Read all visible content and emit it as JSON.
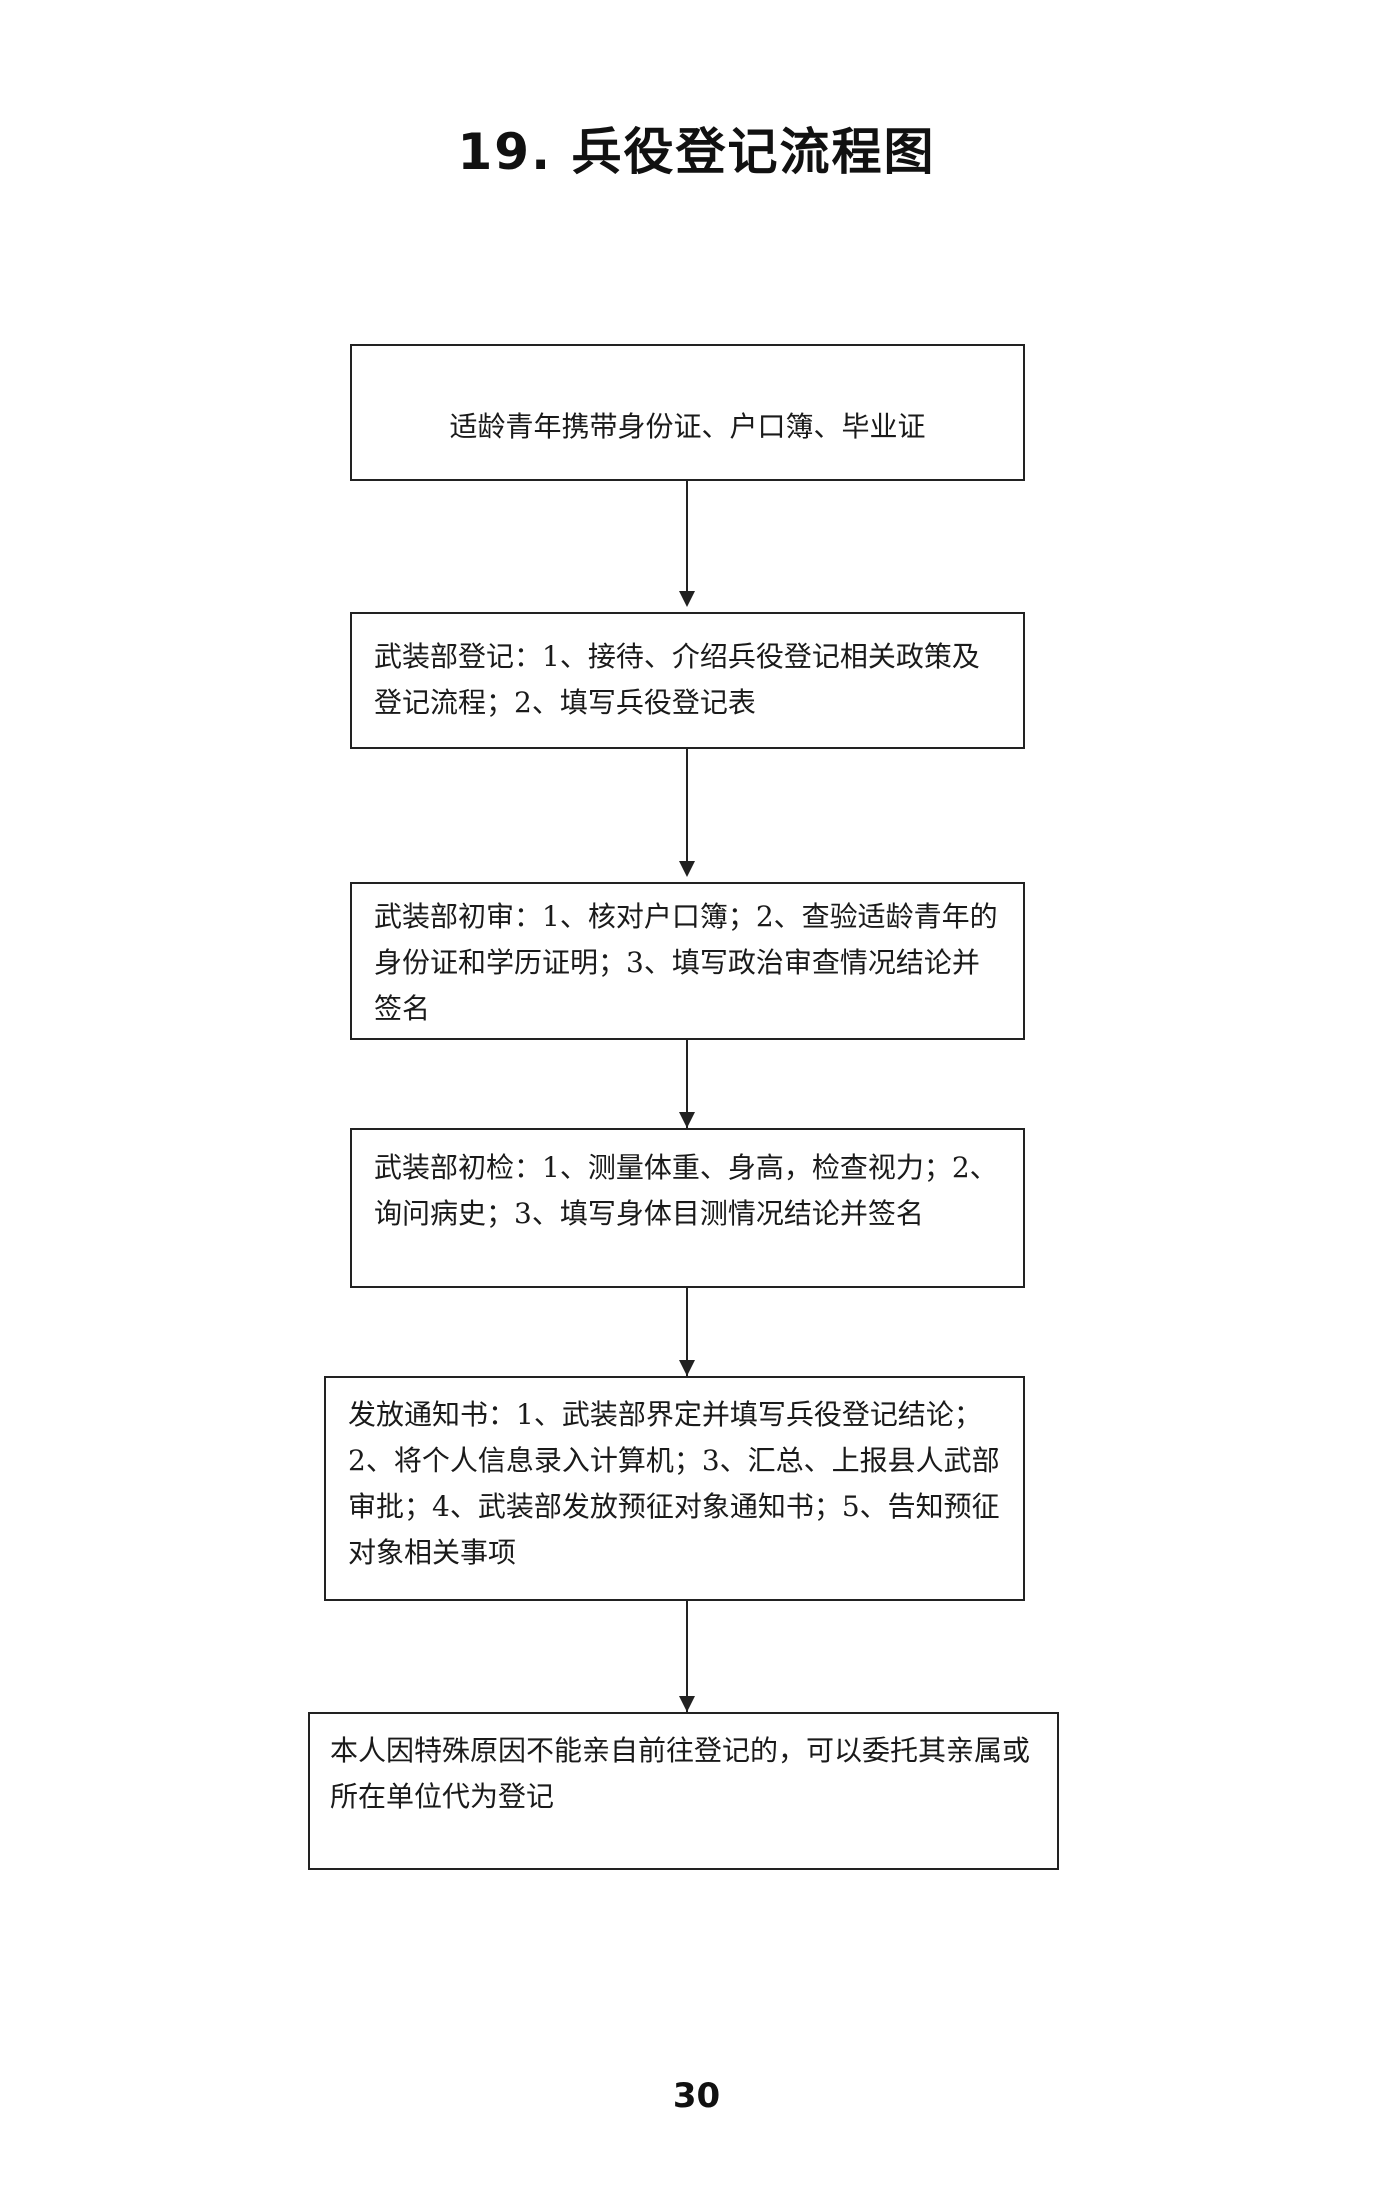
{
  "title": "19. 兵役登记流程图",
  "steps": [
    {
      "text": "适龄青年携带身份证、户口簿、毕业证"
    },
    {
      "text": "武装部登记：1、接待、介绍兵役登记相关政策及登记流程；2、填写兵役登记表"
    },
    {
      "text": "武装部初审：1、核对户口簿；2、查验适龄青年的身份证和学历证明；3、填写政治审查情况结论并签名"
    },
    {
      "text": "武装部初检：1、测量体重、身高，检查视力；2、询问病史；3、填写身体目测情况结论并签名"
    },
    {
      "text": "发放通知书：1、武装部界定并填写兵役登记结论；2、将个人信息录入计算机；3、汇总、上报县人武部审批；4、武装部发放预征对象通知书；5、告知预征对象相关事项"
    },
    {
      "text": "本人因特殊原因不能亲自前往登记的，可以委托其亲属或所在单位代为登记"
    }
  ],
  "page_number": "30"
}
